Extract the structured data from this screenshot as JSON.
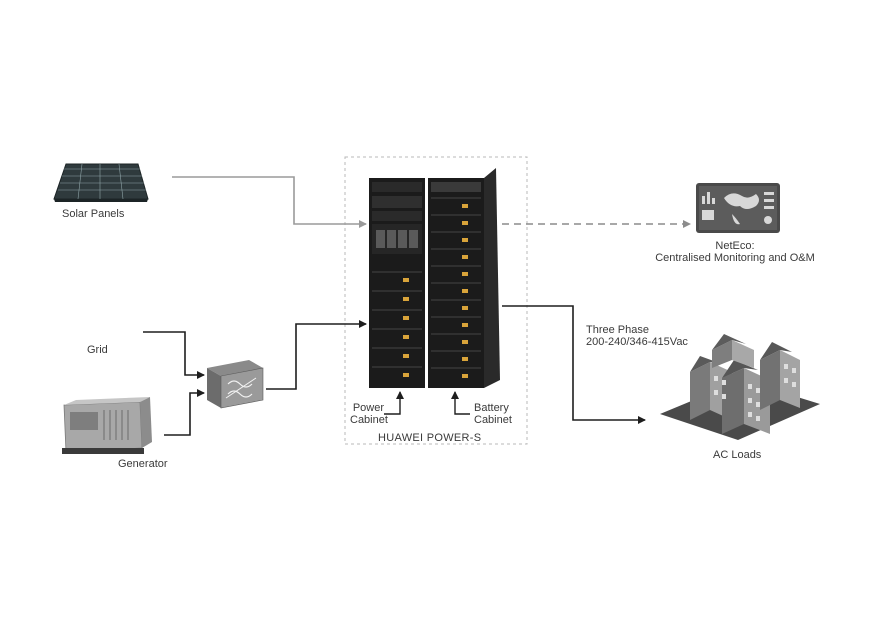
{
  "labels": {
    "solar_panels": "Solar Panels",
    "grid": "Grid",
    "generator": "Generator",
    "power_cabinet_l1": "Power",
    "power_cabinet_l2": "Cabinet",
    "battery_cabinet_l1": "Battery",
    "battery_cabinet_l2": "Cabinet",
    "system_name": "HUAWEI POWER-S",
    "neteco_l1": "NetEco:",
    "neteco_l2": "Centralised Monitoring and O&M",
    "three_phase_l1": "Three Phase",
    "three_phase_l2": "200-240/346-415Vac",
    "ac_loads": "AC Loads"
  },
  "colors": {
    "solar_line": "#9a9a9a",
    "power_line": "#1e1e1e",
    "dashed_line": "#8c8c8c",
    "cabinet": "#1b1b1b",
    "module_accent": "#d9a43a"
  },
  "icons": [
    "solar-panel-icon",
    "generator-icon",
    "switch-box-icon",
    "monitoring-screen-icon",
    "buildings-icon"
  ]
}
